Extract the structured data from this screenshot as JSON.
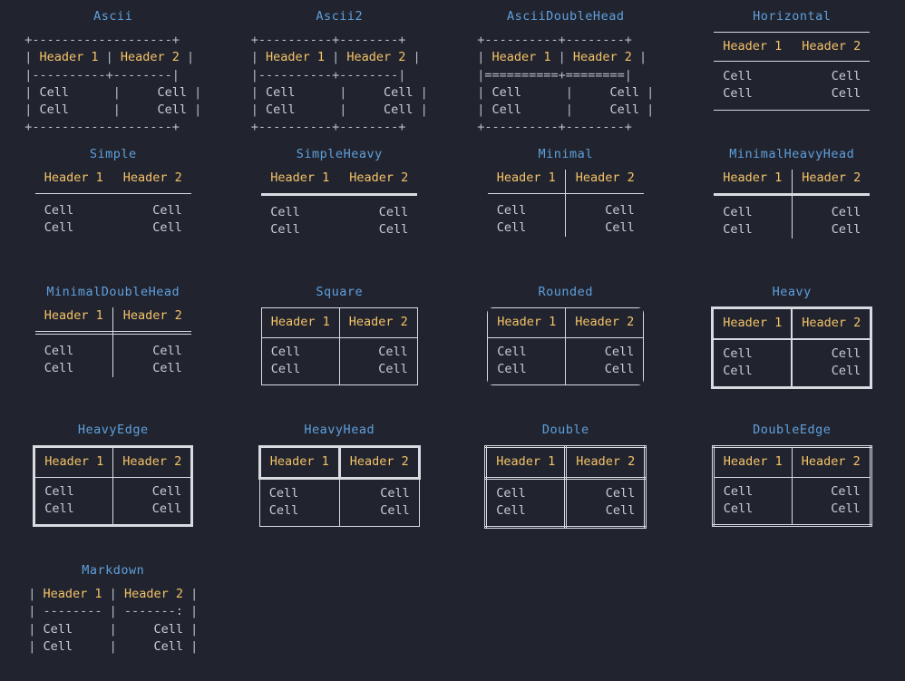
{
  "page": {
    "background": "#21242f",
    "title_color": "#5f9fdc",
    "header_color": "#f5c267",
    "cell_color": "#c8ccd4",
    "line_color": "#d8dbe0"
  },
  "labels": {
    "header1": "Header 1",
    "header2": "Header 2",
    "cell": "Cell"
  },
  "boxes": [
    {
      "name": "Ascii",
      "kind": "ascii",
      "art": [
        {
          "segs": [
            {
              "t": "+-------------------+",
              "c": "b"
            }
          ]
        },
        {
          "segs": [
            {
              "t": "| ",
              "c": "b"
            },
            {
              "t": "Header 1",
              "c": "h"
            },
            {
              "t": " | ",
              "c": "b"
            },
            {
              "t": "Header 2",
              "c": "h"
            },
            {
              "t": " |",
              "c": "b"
            }
          ]
        },
        {
          "segs": [
            {
              "t": "|----------+--------|",
              "c": "b"
            }
          ]
        },
        {
          "segs": [
            {
              "t": "| ",
              "c": "b"
            },
            {
              "t": "Cell     ",
              "c": "d"
            },
            {
              "t": " | ",
              "c": "b"
            },
            {
              "t": "    Cell",
              "c": "d"
            },
            {
              "t": " |",
              "c": "b"
            }
          ]
        },
        {
          "segs": [
            {
              "t": "| ",
              "c": "b"
            },
            {
              "t": "Cell     ",
              "c": "d"
            },
            {
              "t": " | ",
              "c": "b"
            },
            {
              "t": "    Cell",
              "c": "d"
            },
            {
              "t": " |",
              "c": "b"
            }
          ]
        },
        {
          "segs": [
            {
              "t": "+-------------------+",
              "c": "b"
            }
          ]
        }
      ]
    },
    {
      "name": "Ascii2",
      "kind": "ascii",
      "art": [
        {
          "segs": [
            {
              "t": "+----------+--------+",
              "c": "b"
            }
          ]
        },
        {
          "segs": [
            {
              "t": "| ",
              "c": "b"
            },
            {
              "t": "Header 1",
              "c": "h"
            },
            {
              "t": " | ",
              "c": "b"
            },
            {
              "t": "Header 2",
              "c": "h"
            },
            {
              "t": " |",
              "c": "b"
            }
          ]
        },
        {
          "segs": [
            {
              "t": "|----------+--------|",
              "c": "b"
            }
          ]
        },
        {
          "segs": [
            {
              "t": "| ",
              "c": "b"
            },
            {
              "t": "Cell     ",
              "c": "d"
            },
            {
              "t": " | ",
              "c": "b"
            },
            {
              "t": "    Cell",
              "c": "d"
            },
            {
              "t": " |",
              "c": "b"
            }
          ]
        },
        {
          "segs": [
            {
              "t": "| ",
              "c": "b"
            },
            {
              "t": "Cell     ",
              "c": "d"
            },
            {
              "t": " | ",
              "c": "b"
            },
            {
              "t": "    Cell",
              "c": "d"
            },
            {
              "t": " |",
              "c": "b"
            }
          ]
        },
        {
          "segs": [
            {
              "t": "+----------+--------+",
              "c": "b"
            }
          ]
        }
      ]
    },
    {
      "name": "AsciiDoubleHead",
      "kind": "ascii",
      "art": [
        {
          "segs": [
            {
              "t": "+----------+--------+",
              "c": "b"
            }
          ]
        },
        {
          "segs": [
            {
              "t": "| ",
              "c": "b"
            },
            {
              "t": "Header 1",
              "c": "h"
            },
            {
              "t": " | ",
              "c": "b"
            },
            {
              "t": "Header 2",
              "c": "h"
            },
            {
              "t": " |",
              "c": "b"
            }
          ]
        },
        {
          "segs": [
            {
              "t": "|==========+========|",
              "c": "b"
            }
          ]
        },
        {
          "segs": [
            {
              "t": "| ",
              "c": "b"
            },
            {
              "t": "Cell     ",
              "c": "d"
            },
            {
              "t": " | ",
              "c": "b"
            },
            {
              "t": "    Cell",
              "c": "d"
            },
            {
              "t": " |",
              "c": "b"
            }
          ]
        },
        {
          "segs": [
            {
              "t": "| ",
              "c": "b"
            },
            {
              "t": "Cell     ",
              "c": "d"
            },
            {
              "t": " | ",
              "c": "b"
            },
            {
              "t": "    Cell",
              "c": "d"
            },
            {
              "t": " |",
              "c": "b"
            }
          ]
        },
        {
          "segs": [
            {
              "t": "+----------+--------+",
              "c": "b"
            }
          ]
        }
      ]
    },
    {
      "name": "Horizontal",
      "kind": "box",
      "style": "s-horizontal"
    },
    {
      "name": "Simple",
      "kind": "box",
      "style": "s-simple"
    },
    {
      "name": "SimpleHeavy",
      "kind": "box",
      "style": "s-simpleheavy"
    },
    {
      "name": "Minimal",
      "kind": "box",
      "style": "s-minimal"
    },
    {
      "name": "MinimalHeavyHead",
      "kind": "box",
      "style": "s-minimalheavyhead"
    },
    {
      "name": "MinimalDoubleHead",
      "kind": "box",
      "style": "s-minimaldoublehead"
    },
    {
      "name": "Square",
      "kind": "box",
      "style": "s-square gridbox"
    },
    {
      "name": "Rounded",
      "kind": "box",
      "style": "s-rounded gridbox"
    },
    {
      "name": "Heavy",
      "kind": "box",
      "style": "s-heavy gridbox"
    },
    {
      "name": "HeavyEdge",
      "kind": "box",
      "style": "s-heavyedge gridbox"
    },
    {
      "name": "HeavyHead",
      "kind": "box",
      "style": "s-heavyhead gridbox"
    },
    {
      "name": "Double",
      "kind": "box",
      "style": "s-double gridbox"
    },
    {
      "name": "DoubleEdge",
      "kind": "box",
      "style": "s-doubleedge gridbox"
    },
    {
      "name": "Markdown",
      "kind": "ascii",
      "art": [
        {
          "segs": [
            {
              "t": "| ",
              "c": "b"
            },
            {
              "t": "Header 1",
              "c": "h"
            },
            {
              "t": " | ",
              "c": "b"
            },
            {
              "t": "Header 2",
              "c": "h"
            },
            {
              "t": " |",
              "c": "b"
            }
          ]
        },
        {
          "segs": [
            {
              "t": "| -------- | -------: |",
              "c": "b"
            }
          ]
        },
        {
          "segs": [
            {
              "t": "| ",
              "c": "b"
            },
            {
              "t": "Cell    ",
              "c": "d"
            },
            {
              "t": " | ",
              "c": "b"
            },
            {
              "t": "    Cell",
              "c": "d"
            },
            {
              "t": " |",
              "c": "b"
            }
          ]
        },
        {
          "segs": [
            {
              "t": "| ",
              "c": "b"
            },
            {
              "t": "Cell    ",
              "c": "d"
            },
            {
              "t": " | ",
              "c": "b"
            },
            {
              "t": "    Cell",
              "c": "d"
            },
            {
              "t": " |",
              "c": "b"
            }
          ]
        }
      ]
    }
  ]
}
